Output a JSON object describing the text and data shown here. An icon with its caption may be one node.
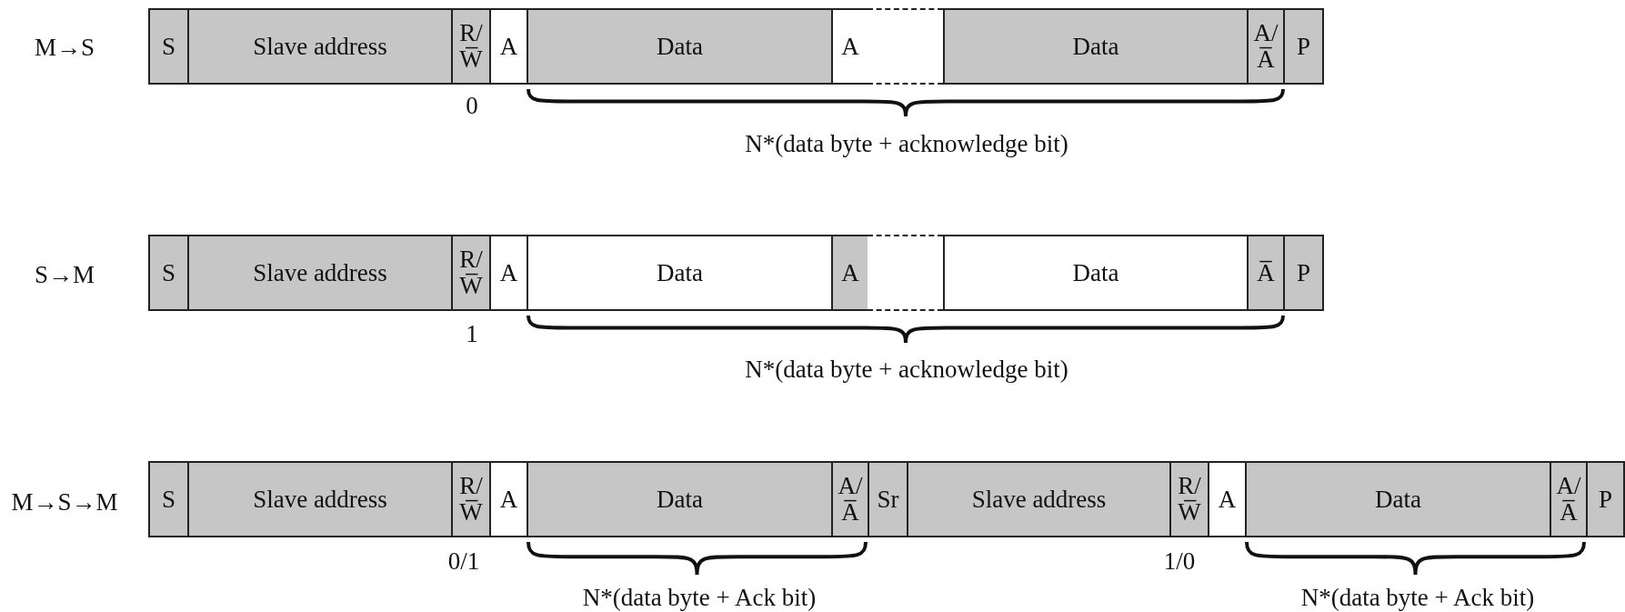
{
  "diagram": {
    "nodes": [
      {
        "text": [
          "S"
        ]
      },
      {
        "text": [
          "Slave address"
        ]
      },
      {
        "text": [
          "R/W̅"
        ]
      },
      {
        "text": [
          "A"
        ]
      },
      {
        "text": [
          "Data"
        ]
      },
      {
        "text": [
          "A"
        ]
      },
      {
        "text": [],
        "shape": "box"
      },
      {
        "text": [
          "Data"
        ]
      },
      {
        "text": [
          "A/A̅"
        ]
      },
      {
        "text": [
          "P"
        ]
      },
      {
        "text": [
          "S"
        ]
      },
      {
        "text": [
          "Slave address"
        ]
      },
      {
        "text": [
          "R/W̅"
        ]
      },
      {
        "text": [
          "A"
        ]
      },
      {
        "text": [
          "Data"
        ]
      },
      {
        "text": [
          "A"
        ]
      },
      {
        "text": [],
        "shape": "box"
      },
      {
        "text": [
          "Data"
        ]
      },
      {
        "text": [
          "A̅"
        ]
      },
      {
        "text": [
          "P"
        ]
      },
      {
        "text": [
          "S"
        ]
      },
      {
        "text": [
          "Slave address"
        ]
      },
      {
        "text": [
          "R/W̅"
        ]
      },
      {
        "text": [
          "A"
        ]
      },
      {
        "text": [
          "Data"
        ]
      },
      {
        "text": [
          "A/A̅"
        ]
      },
      {
        "text": [
          "Sr"
        ]
      },
      {
        "text": [
          "Slave address"
        ]
      },
      {
        "text": [
          "R/W̅"
        ]
      },
      {
        "text": [
          "A"
        ]
      },
      {
        "text": [
          "Data"
        ]
      },
      {
        "text": [
          "A/A̅"
        ]
      },
      {
        "text": [
          "P"
        ]
      }
    ],
    "labels": [
      "M→S",
      "0",
      "N*(data byte + acknowledge bit)",
      "S→M",
      "1",
      "N*(data byte + acknowledge bit)",
      "M→S→M",
      "0/1",
      "1/0",
      "N*(data byte + Ack bit)",
      "N*(data byte + Ack bit)"
    ]
  }
}
